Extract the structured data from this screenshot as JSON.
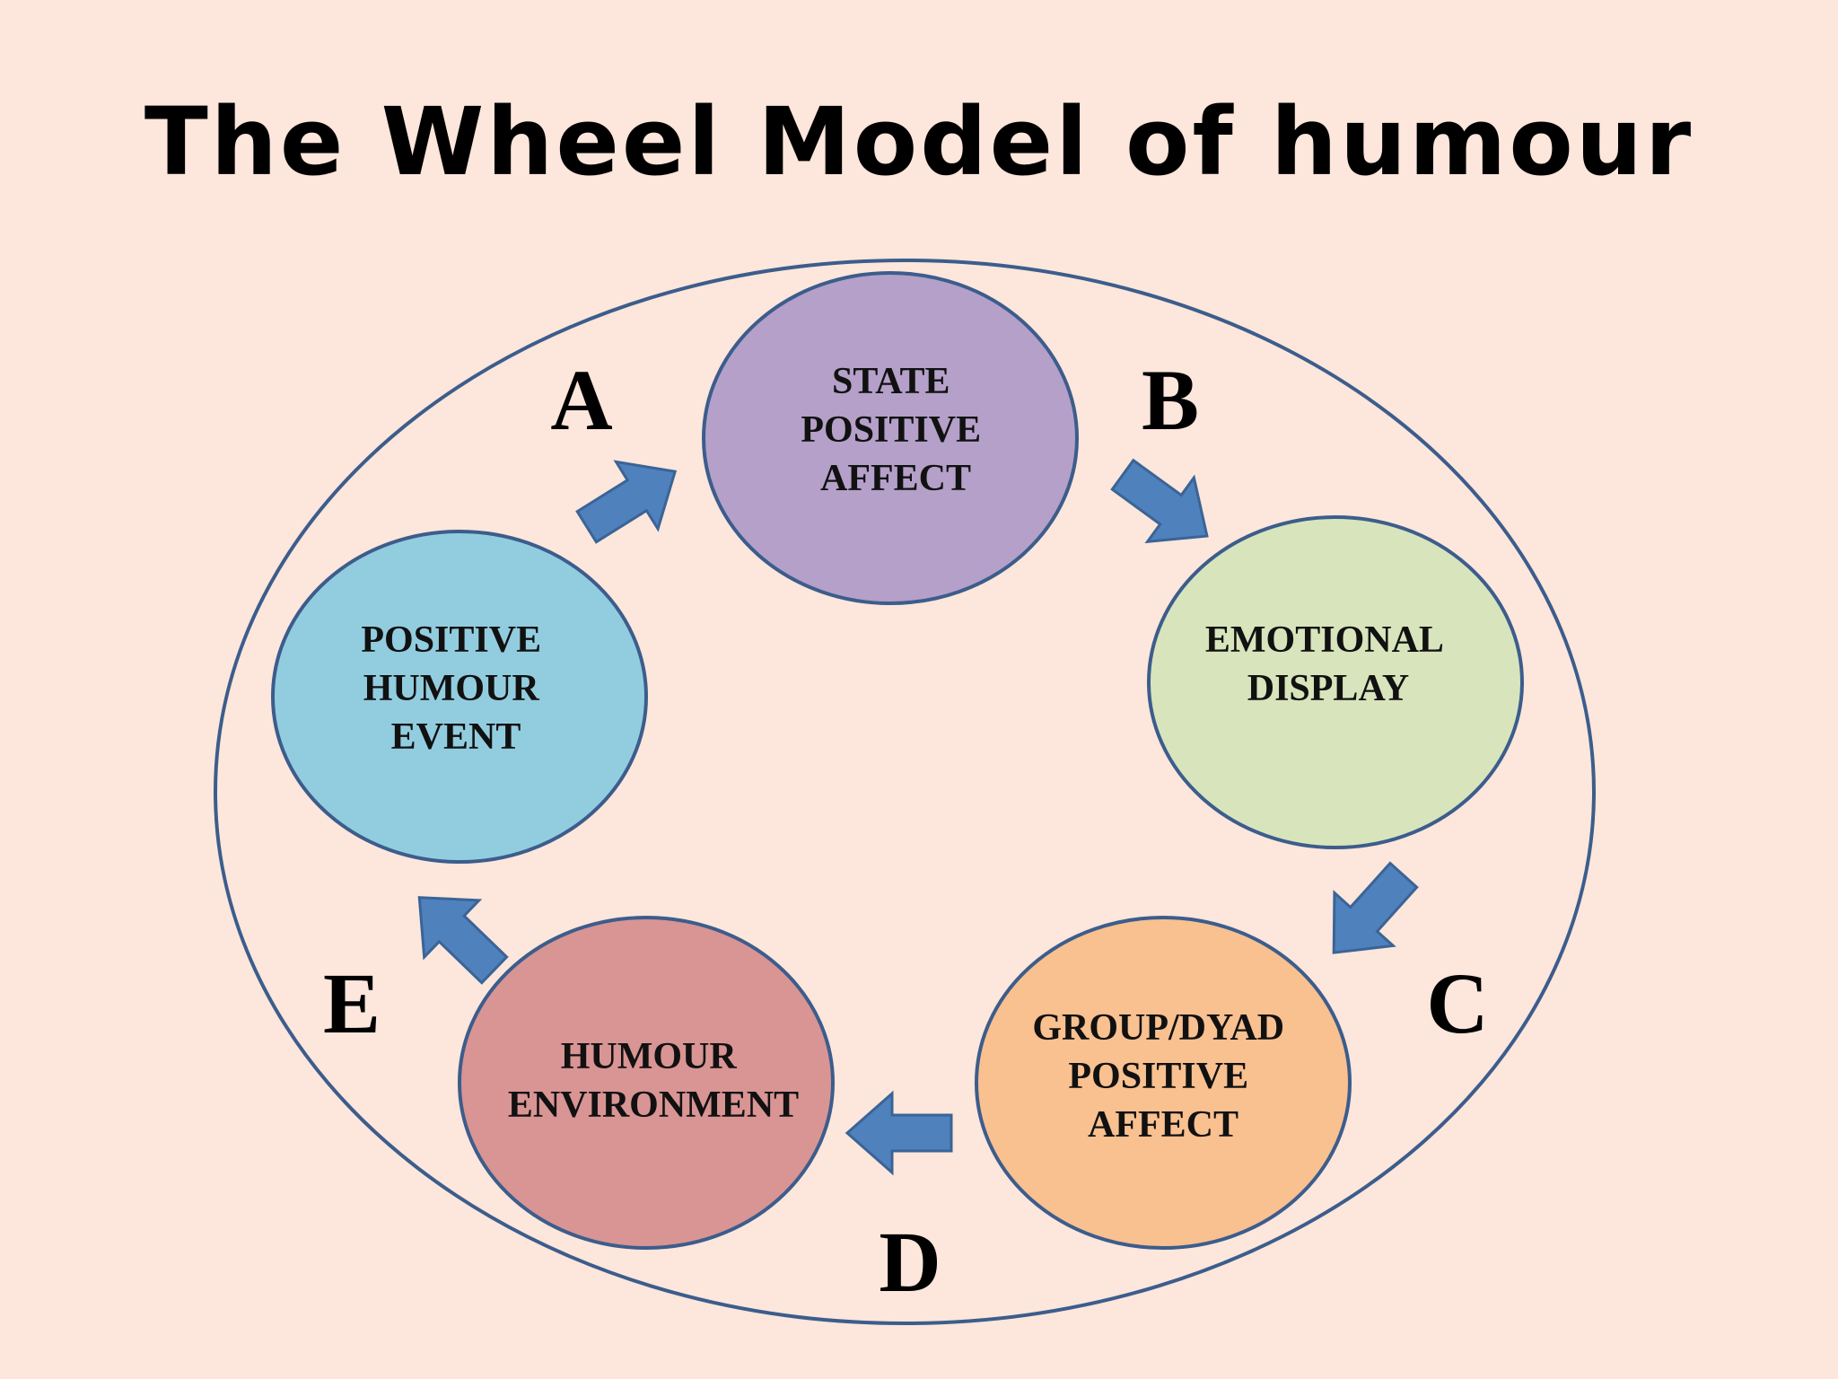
{
  "title": "The Wheel Model of humour",
  "colors": {
    "background": "#fde6db",
    "outline": "#3c5d8c",
    "arrow_fill": "#4f81bd",
    "arrow_stroke": "#3a6496",
    "state_positive_affect": "#b4a0c8",
    "emotional_display": "#d8e4bc",
    "group_dyad_positive_affect": "#f9c090",
    "humour_environment": "#d99494",
    "positive_humour_event": "#92cddf"
  },
  "nodes": {
    "state_positive_affect": {
      "lines": [
        "STATE",
        "POSITIVE",
        "AFFECT"
      ]
    },
    "emotional_display": {
      "lines": [
        "EMOTIONAL",
        "DISPLAY"
      ]
    },
    "group_dyad_positive_affect": {
      "lines": [
        "GROUP/DYAD",
        "POSITIVE",
        "AFFECT"
      ]
    },
    "humour_environment": {
      "lines": [
        "HUMOUR",
        "ENVIRONMENT"
      ]
    },
    "positive_humour_event": {
      "lines": [
        "POSITIVE",
        "HUMOUR",
        "EVENT"
      ]
    }
  },
  "steps": {
    "a": "A",
    "b": "B",
    "c": "C",
    "d": "D",
    "e": "E"
  }
}
